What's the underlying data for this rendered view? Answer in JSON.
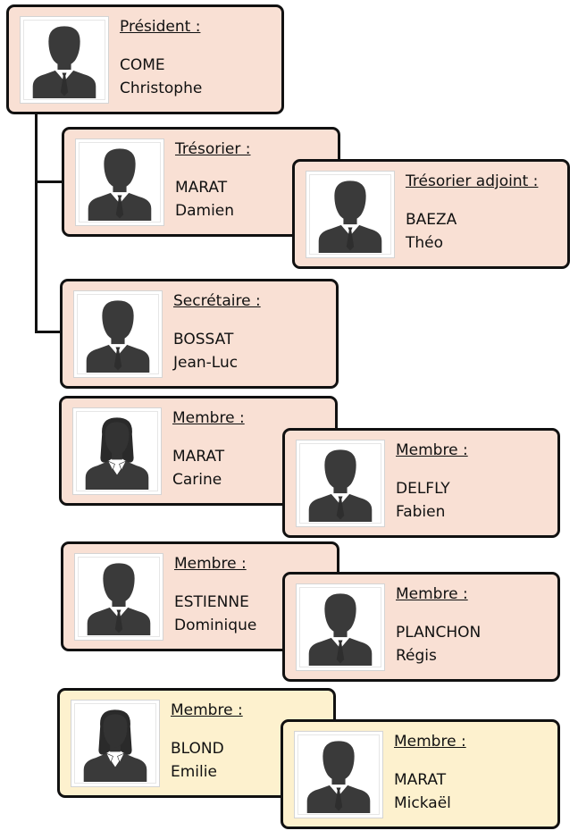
{
  "colors": {
    "card_peach": "#f9e0d4",
    "card_cream": "#fdf1ce",
    "border": "#111111",
    "silhouette": "#3a3a3a"
  },
  "members": [
    {
      "id": "president",
      "role": "Président :",
      "last_name": "COME",
      "first_name": "Christophe",
      "avatar": "male-avatar-icon",
      "color": "peach"
    },
    {
      "id": "tresorier",
      "role": "Trésorier :",
      "last_name": "MARAT",
      "first_name": "Damien",
      "avatar": "male-avatar-icon",
      "color": "peach"
    },
    {
      "id": "tresorier-adjoint",
      "role": "Trésorier adjoint :",
      "last_name": "BAEZA",
      "first_name": "Théo",
      "avatar": "male-avatar-icon",
      "color": "peach"
    },
    {
      "id": "secretaire",
      "role": "Secrétaire :",
      "last_name": "BOSSAT",
      "first_name": "Jean-Luc",
      "avatar": "male-avatar-icon",
      "color": "peach"
    },
    {
      "id": "membre-marat-carine",
      "role": "Membre :",
      "last_name": "MARAT",
      "first_name": "Carine",
      "avatar": "female-avatar-icon",
      "color": "peach"
    },
    {
      "id": "membre-delfly",
      "role": "Membre :",
      "last_name": "DELFLY",
      "first_name": "Fabien",
      "avatar": "male-avatar-icon",
      "color": "peach"
    },
    {
      "id": "membre-estienne",
      "role": "Membre :",
      "last_name": "ESTIENNE",
      "first_name": "Dominique",
      "avatar": "male-avatar-icon",
      "color": "peach"
    },
    {
      "id": "membre-planchon",
      "role": "Membre :",
      "last_name": "PLANCHON",
      "first_name": "Régis",
      "avatar": "male-avatar-icon",
      "color": "peach"
    },
    {
      "id": "membre-blond",
      "role": "Membre :",
      "last_name": "BLOND",
      "first_name": "Emilie",
      "avatar": "female-avatar-icon",
      "color": "cream"
    },
    {
      "id": "membre-marat-mickael",
      "role": "Membre :",
      "last_name": "MARAT",
      "first_name": "Mickaël",
      "avatar": "male-avatar-icon",
      "color": "cream"
    }
  ]
}
